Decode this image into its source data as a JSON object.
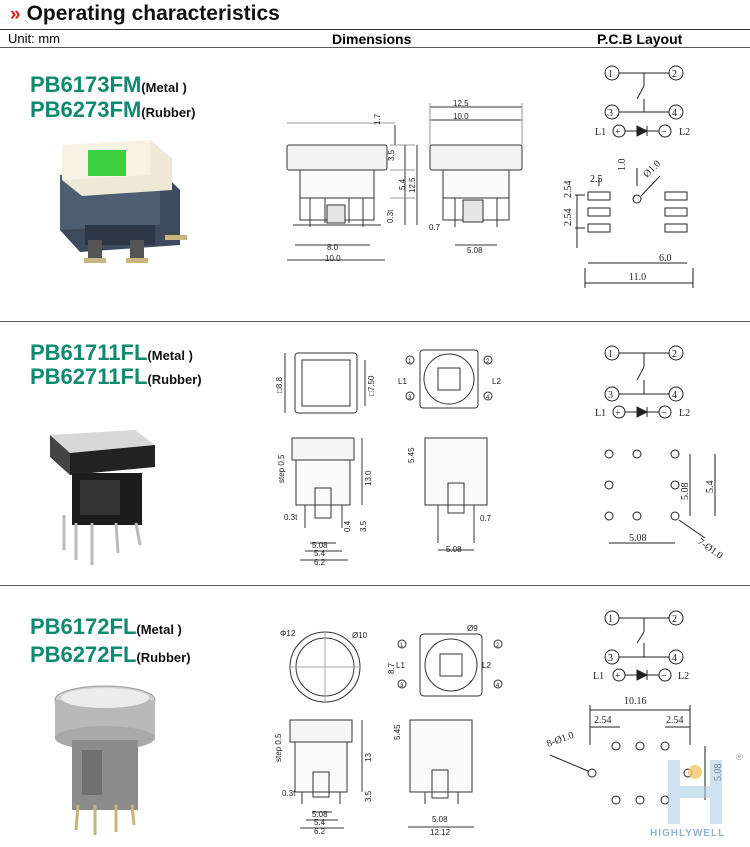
{
  "header": {
    "title": "Operating characteristics",
    "chevron": "»",
    "unit": "Unit: mm",
    "col_dimensions": "Dimensions",
    "col_pcb": "P.C.B Layout"
  },
  "colors": {
    "accent": "#d91a21",
    "model_text": "#0e8a6e"
  },
  "sections": [
    {
      "metal_model": "PB6173FM",
      "metal_tag": "(Metal )",
      "rubber_model": "PB6273FM",
      "rubber_tag": "(Rubber)",
      "dim": {
        "top_h": "1.7",
        "cap": "3.5",
        "body": "5.4",
        "total": "12.5",
        "thick": "0.3t",
        "w1": "8.0",
        "w2": "10.0",
        "pin": "0.7",
        "pitch": "5.08",
        "sq1": "12.5",
        "sq2": "10.0"
      },
      "pcb": {
        "p1": "1",
        "p2": "2",
        "p3": "3",
        "p4": "4",
        "l1": "L1",
        "l2": "L2",
        "plus": "+",
        "minus": "−",
        "d25": "2.5",
        "d10": "1.0",
        "hole": "Ø1.0",
        "v1": "2.54",
        "v2": "2.54",
        "d60": "6.0",
        "d110": "11.0"
      }
    },
    {
      "metal_model": "PB61711FL",
      "metal_tag": "(Metal )",
      "rubber_model": "PB62711FL",
      "rubber_tag": "(Rubber)",
      "dim": {
        "sq88": "□8.8",
        "sq75": "□7.50",
        "step": "step 0.5",
        "h545": "5.45",
        "h130": "13.0",
        "t03": "0.3t",
        "p04": "0.4",
        "p35": "3.5",
        "w508": "5.08",
        "w54": "5.4",
        "w62": "6.2",
        "pin07": "0.7",
        "b508": "5.08",
        "l1": "L1",
        "l2": "L2",
        "n1": "1",
        "n2": "2",
        "n3": "3",
        "n4": "4"
      },
      "pcb": {
        "p1": "1",
        "p2": "2",
        "p3": "3",
        "p4": "4",
        "l1": "L1",
        "l2": "L2",
        "plus": "+",
        "minus": "−",
        "v508": "5.08",
        "v54": "5.4",
        "h508": "5.08",
        "holes": "7-Ø1.0"
      }
    },
    {
      "metal_model": "PB6172FL",
      "metal_tag": "(Metal )",
      "rubber_model": "PB6272FL",
      "rubber_tag": "(Rubber)",
      "dim": {
        "d12": "Φ12",
        "d10": "Ø10",
        "d9": "Ø9",
        "h87": "8.7",
        "step": "step 0.5",
        "h545": "5.45",
        "h13": "13",
        "t03": "0.3t",
        "h35": "3.5",
        "w508": "5.08",
        "w54": "5.4",
        "w62": "6.2",
        "b508": "5.08",
        "b1212": "12.12",
        "l1": "L1",
        "l2": "L2",
        "n1": "1",
        "n2": "2",
        "n3": "3",
        "n4": "4"
      },
      "pcb": {
        "p1": "1",
        "p2": "2",
        "p3": "3",
        "p4": "4",
        "l1": "L1",
        "l2": "L2",
        "plus": "+",
        "minus": "−",
        "w1016": "10.16",
        "a254": "2.54",
        "b254": "2.54",
        "holes": "8-Ø1.0",
        "v508": "5.08"
      }
    }
  ],
  "watermark": {
    "text": "HIGHLYWELL",
    "reg": "®"
  }
}
